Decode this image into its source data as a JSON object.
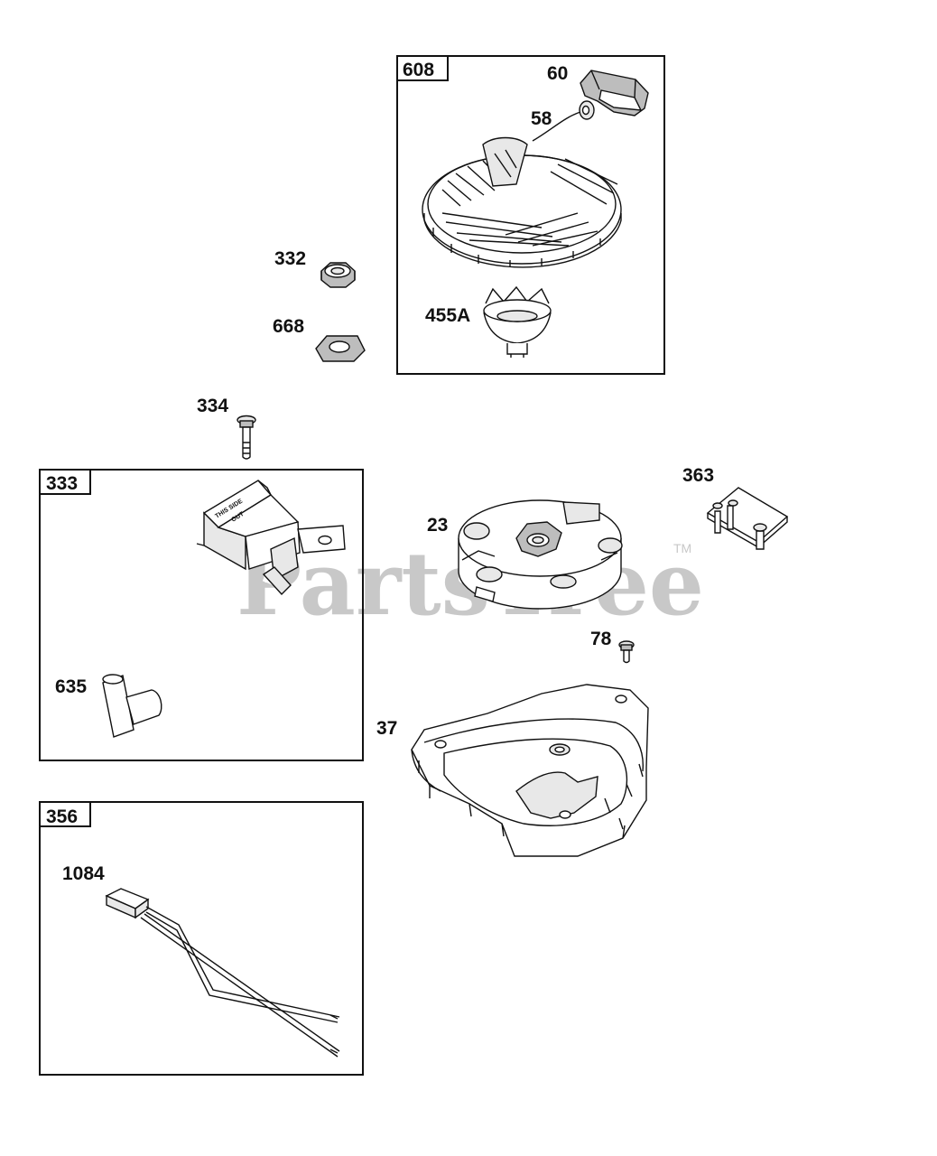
{
  "watermark": {
    "text": "PartsTree",
    "trademark": "TM"
  },
  "boxes": [
    {
      "id": "608",
      "label": "608"
    },
    {
      "id": "333",
      "label": "333"
    },
    {
      "id": "356",
      "label": "356"
    }
  ],
  "parts": [
    {
      "id": "60",
      "label": "60"
    },
    {
      "id": "58",
      "label": "58"
    },
    {
      "id": "455A",
      "label": "455A"
    },
    {
      "id": "332",
      "label": "332"
    },
    {
      "id": "668",
      "label": "668"
    },
    {
      "id": "334",
      "label": "334"
    },
    {
      "id": "635",
      "label": "635"
    },
    {
      "id": "23",
      "label": "23"
    },
    {
      "id": "363",
      "label": "363"
    },
    {
      "id": "78",
      "label": "78"
    },
    {
      "id": "37",
      "label": "37"
    },
    {
      "id": "1084",
      "label": "1084"
    }
  ],
  "coil_print": {
    "line1": "THIS SIDE",
    "line2": "OUT"
  }
}
